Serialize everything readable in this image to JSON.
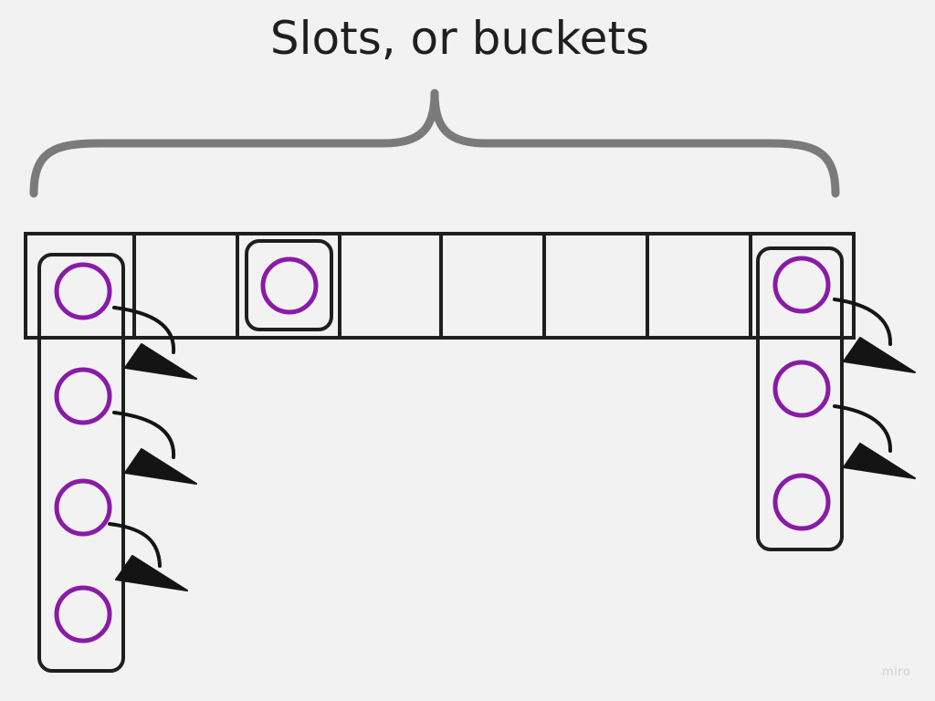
{
  "diagram": {
    "title": "Slots, or buckets",
    "slot_count": 8,
    "buckets": [
      {
        "slot": 1,
        "entries": 4
      },
      {
        "slot": 3,
        "entries": 1
      },
      {
        "slot": 8,
        "entries": 3
      }
    ],
    "colors": {
      "background": "#f2f2f2",
      "stroke": "#1f1f1f",
      "brace": "#7a7a7a",
      "entry_circle": "#8a1aa8",
      "arrow": "#141414"
    }
  },
  "watermark": {
    "text": "miro"
  }
}
